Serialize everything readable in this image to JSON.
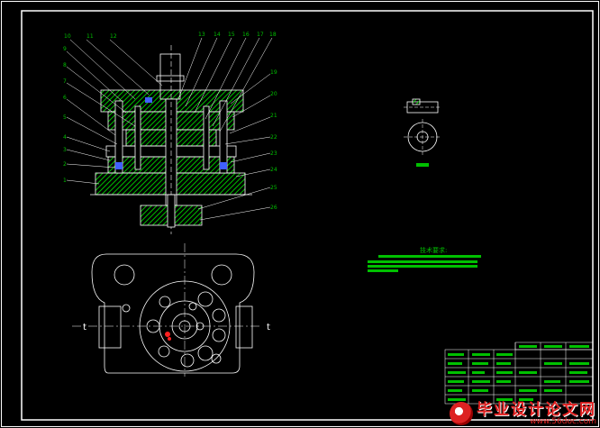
{
  "drawing": {
    "callouts_left": [
      "10",
      "11",
      "12",
      "9",
      "8",
      "7",
      "6",
      "5",
      "4",
      "3",
      "2",
      "1"
    ],
    "callouts_top": [
      "13",
      "14",
      "15",
      "16",
      "17",
      "18"
    ],
    "callouts_right": [
      "19",
      "20",
      "21",
      "22",
      "23",
      "24",
      "25",
      "26"
    ],
    "tech_title": "技术要求:",
    "colors": {
      "line": "#ffffff",
      "hatch": "#00c000",
      "frame": "#ffffff",
      "red": "#ff2020",
      "blue": "#4060ff"
    }
  },
  "watermark": {
    "main": "毕业设计论文网",
    "sub": "www.56doc.com"
  }
}
